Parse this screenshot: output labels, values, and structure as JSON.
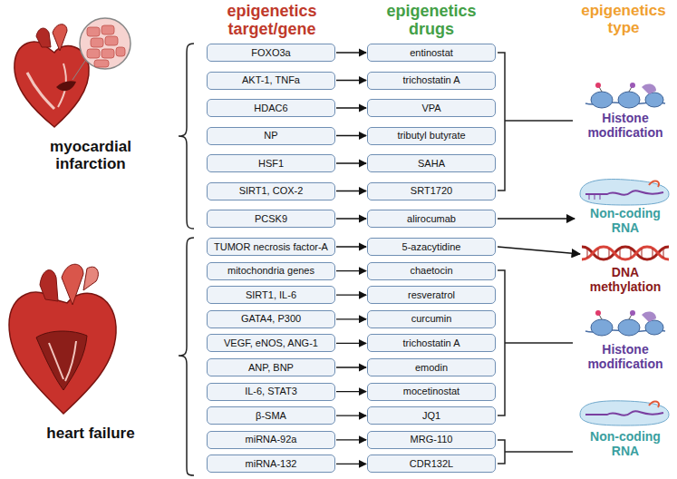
{
  "diagram": {
    "nodes": [
      {
        "text": [
          "FOXO3a"
        ]
      },
      {
        "text": [
          "entinostat"
        ]
      },
      {
        "text": [
          "AKT-1, TNFa"
        ]
      },
      {
        "text": [
          "trichostatin A"
        ]
      },
      {
        "text": [
          "HDAC6"
        ]
      },
      {
        "text": [
          "VPA"
        ]
      },
      {
        "text": [
          "NP"
        ]
      },
      {
        "text": [
          "tributyl butyrate"
        ]
      },
      {
        "text": [
          "HSF1"
        ]
      },
      {
        "text": [
          "SAHA"
        ]
      },
      {
        "text": [
          "SIRT1, COX-2"
        ]
      },
      {
        "text": [
          "SRT1720"
        ]
      },
      {
        "text": [
          "PCSK9"
        ]
      },
      {
        "text": [
          "alirocumab"
        ]
      },
      {
        "text": [
          "TUMOR necrosis factor-A"
        ]
      },
      {
        "text": [
          "5-azacytidine"
        ]
      },
      {
        "text": [
          "mitochondria genes"
        ]
      },
      {
        "text": [
          "chaetocin"
        ]
      },
      {
        "text": [
          "SIRT1, IL-6"
        ]
      },
      {
        "text": [
          "resveratrol"
        ]
      },
      {
        "text": [
          "GATA4, P300"
        ]
      },
      {
        "text": [
          "curcumin"
        ]
      },
      {
        "text": [
          "VEGF, eNOS, ANG-1"
        ]
      },
      {
        "text": [
          "trichostatin A"
        ]
      },
      {
        "text": [
          "ANP, BNP"
        ]
      },
      {
        "text": [
          "emodin"
        ]
      },
      {
        "text": [
          "IL-6, STAT3"
        ]
      },
      {
        "text": [
          "mocetinostat"
        ]
      },
      {
        "text": [
          "β-SMA"
        ]
      },
      {
        "text": [
          "JQ1"
        ]
      },
      {
        "text": [
          "miRNA-92a"
        ]
      },
      {
        "text": [
          "MRG-110"
        ]
      },
      {
        "text": [
          "miRNA-132"
        ]
      },
      {
        "text": [
          "CDR132L"
        ]
      }
    ],
    "edges": [
      {
        "from": 0,
        "to": 1,
        "arrow": "to"
      },
      {
        "from": 2,
        "to": 3,
        "arrow": "to"
      },
      {
        "from": 4,
        "to": 5,
        "arrow": "to"
      },
      {
        "from": 6,
        "to": 7,
        "arrow": "to"
      },
      {
        "from": 8,
        "to": 9,
        "arrow": "to"
      },
      {
        "from": 10,
        "to": 11,
        "arrow": "to"
      },
      {
        "from": 12,
        "to": 13,
        "arrow": "to"
      },
      {
        "from": 14,
        "to": 15,
        "arrow": "to"
      },
      {
        "from": 16,
        "to": 17,
        "arrow": "to"
      },
      {
        "from": 18,
        "to": 19,
        "arrow": "to"
      },
      {
        "from": 20,
        "to": 21,
        "arrow": "to"
      },
      {
        "from": 22,
        "to": 23,
        "arrow": "to"
      },
      {
        "from": 24,
        "to": 25,
        "arrow": "to"
      },
      {
        "from": 26,
        "to": 27,
        "arrow": "to"
      },
      {
        "from": 28,
        "to": 29,
        "arrow": "to"
      },
      {
        "from": 30,
        "to": 31,
        "arrow": "to"
      },
      {
        "from": 32,
        "to": 33,
        "arrow": "to"
      }
    ],
    "labels": [
      "epigenetics target/gene",
      "epigenetics drugs",
      "epigenetics type",
      "myocardial infarction",
      "heart failure",
      "Histone modification",
      "Non-coding RNA",
      "DNA methylation",
      "Histone modification",
      "Non-coding RNA"
    ]
  }
}
